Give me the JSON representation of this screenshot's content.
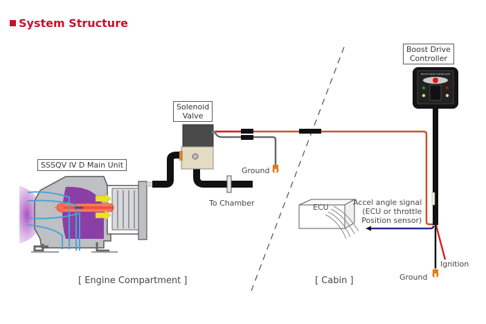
{
  "title": "System Structure",
  "components": {
    "main_unit": "SSSQV IV D Main Unit",
    "solenoid_valve_line1": "Solenoid",
    "solenoid_valve_line2": "Valve",
    "controller_line1": "Boost Drive",
    "controller_line2": "Controller",
    "ecu": "ECU"
  },
  "labels": {
    "ground_solenoid": "Ground",
    "to_chamber": "To Chamber",
    "accel_line1": "Accel angle signal",
    "accel_line2": "(ECU or throttle",
    "accel_line3": "Position sensor)",
    "ignition": "Ignition",
    "ground_controller": "Ground"
  },
  "sections": {
    "engine": "[ Engine Compartment ]",
    "cabin": "[ Cabin ]"
  },
  "colors": {
    "title": "#c8102e",
    "power_wire": "#c8502a",
    "signal_wire": "#2a2a8a",
    "ignition_wire": "#d81e2a",
    "ground_terminal": "#e07b1a"
  }
}
